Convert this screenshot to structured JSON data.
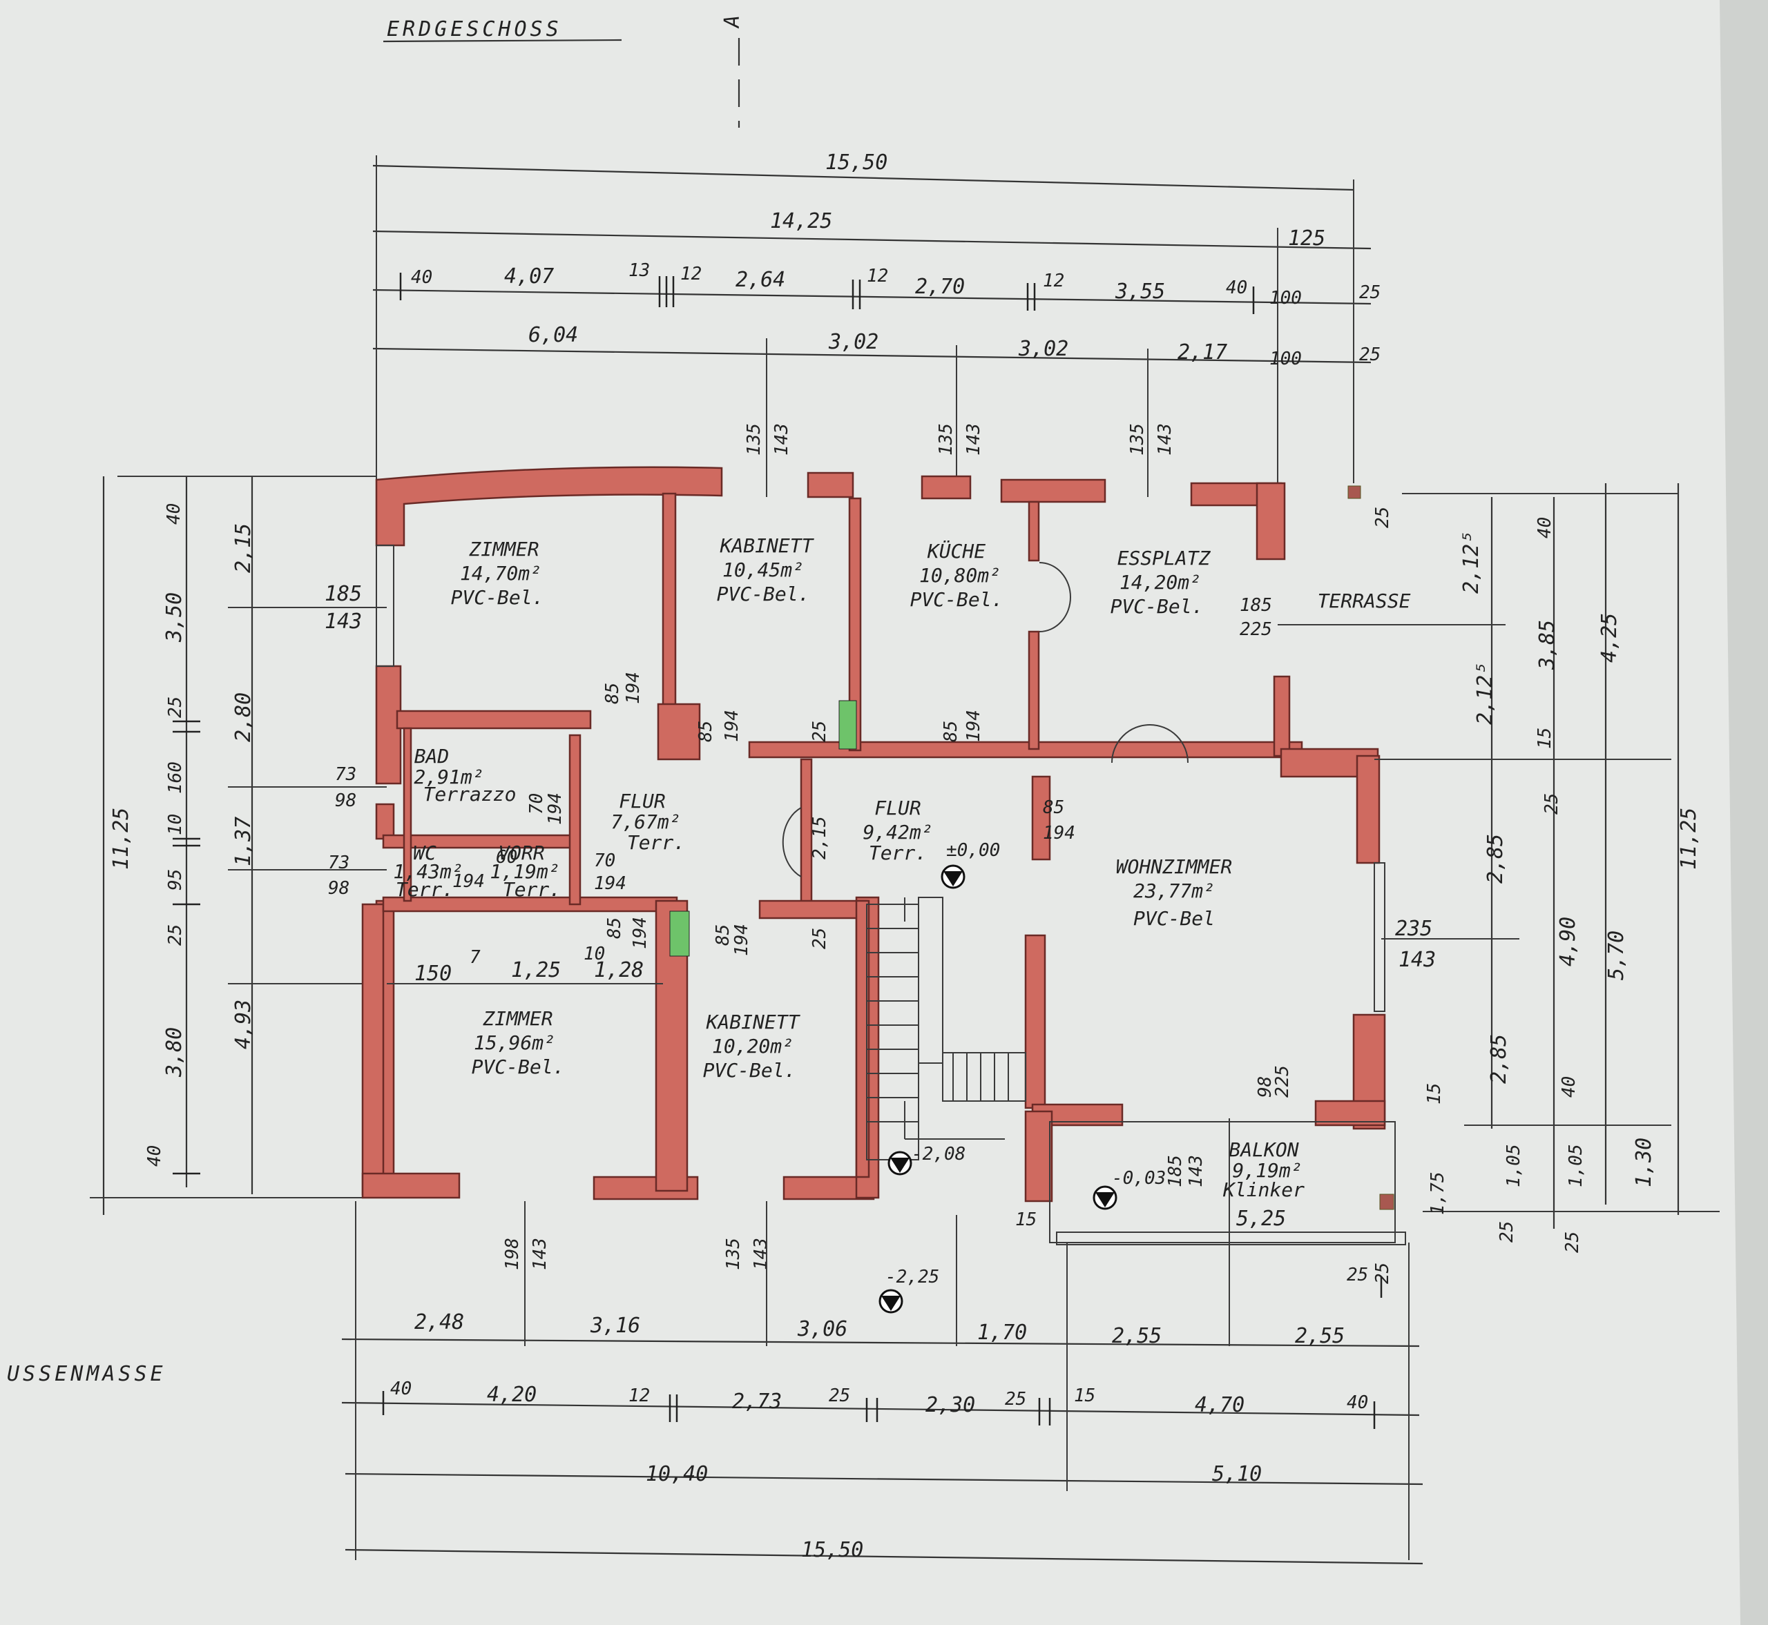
{
  "title": "ERDGESCHOSS",
  "section_marker": "A",
  "footer_label": "USSENMASSE",
  "rooms": [
    {
      "id": "zimmer-1",
      "name": "ZIMMER",
      "area": "14,70m²",
      "floor": "PVC-Bel."
    },
    {
      "id": "kabinett-1",
      "name": "KABINETT",
      "area": "10,45m²",
      "floor": "PVC-Bel."
    },
    {
      "id": "kueche",
      "name": "KÜCHE",
      "area": "10,80m²",
      "floor": "PVC-Bel."
    },
    {
      "id": "essplatz",
      "name": "ESSPLATZ",
      "area": "14,20m²",
      "floor": "PVC-Bel."
    },
    {
      "id": "bad",
      "name": "BAD",
      "area": "2,91m²",
      "floor": "Terrazzo"
    },
    {
      "id": "flur-1",
      "name": "FLUR",
      "area": "7,67m²",
      "floor": "Terr."
    },
    {
      "id": "flur-2",
      "name": "FLUR",
      "area": "9,42m²",
      "floor": "Terr."
    },
    {
      "id": "wc",
      "name": "WC",
      "area": "1,43m²",
      "floor": "Terr."
    },
    {
      "id": "vorr",
      "name": "VORR",
      "area": "1,19m²",
      "floor": "Terr."
    },
    {
      "id": "wohnzimmer",
      "name": "WOHNZIMMER",
      "area": "23,77m²",
      "floor": "PVC-Bel"
    },
    {
      "id": "zimmer-2",
      "name": "ZIMMER",
      "area": "15,96m²",
      "floor": "PVC-Bel."
    },
    {
      "id": "kabinett-2",
      "name": "KABINETT",
      "area": "10,20m²",
      "floor": "PVC-Bel."
    },
    {
      "id": "balkon",
      "name": "BALKON",
      "area": "9,19m²",
      "floor": "Klinker"
    }
  ],
  "labels": {
    "terrasse": "TERRASSE",
    "level_flur": "±0,00",
    "level_stair": "-2,08",
    "level_balkon": "-0,03",
    "level_outside": "-2,25"
  },
  "dims_top": {
    "r1": [
      "15,50"
    ],
    "r2": [
      "14,25",
      "125"
    ],
    "r3": [
      "40",
      "4,07",
      "13",
      "12",
      "2,64",
      "12",
      "2,70",
      "12",
      "3,55",
      "40",
      "100",
      "25"
    ],
    "r4": [
      "6,04",
      "3,02",
      "3,02",
      "2,17",
      "100",
      "25"
    ]
  },
  "dims_bottom": {
    "r1": [
      "2,48",
      "3,16",
      "3,06",
      "1,70",
      "2,55",
      "2,55"
    ],
    "r2": [
      "40",
      "4,20",
      "12",
      "2,73",
      "25",
      "2,30",
      "25",
      "15",
      "4,70",
      "40"
    ],
    "r3": [
      "10,40",
      "5,10"
    ],
    "r4": [
      "15,50"
    ]
  },
  "dims_left": [
    "11,25",
    "40",
    "3,50",
    "25",
    "160",
    "10",
    "95",
    "25",
    "3,80",
    "40",
    "2,15",
    "2,80",
    "1,37",
    "4,93"
  ],
  "dims_right": [
    "2,12⁵",
    "2,12⁵",
    "2,85",
    "2,85",
    "40",
    "3,85",
    "15",
    "25",
    "4,90",
    "40",
    "1,05",
    "1,05",
    "4,25",
    "5,70",
    "1,30",
    "11,25",
    "25",
    "25",
    "25",
    "1,75",
    "15"
  ],
  "window_marks": [
    "185",
    "143",
    "73",
    "98",
    "73",
    "98",
    "135",
    "143",
    "135",
    "143",
    "135",
    "143",
    "185",
    "225",
    "235",
    "143",
    "198",
    "143",
    "135",
    "143",
    "185",
    "143",
    "98",
    "225"
  ],
  "door_marks": [
    "85",
    "194",
    "85",
    "194",
    "85",
    "194",
    "85",
    "194",
    "70",
    "194",
    "60",
    "194",
    "70",
    "194",
    "85",
    "194",
    "85",
    "194",
    "25",
    "2,15",
    "25",
    "25",
    "25"
  ],
  "interior_dims": [
    "150",
    "7",
    "1,25",
    "10",
    "1,28",
    "5,25",
    "15"
  ]
}
